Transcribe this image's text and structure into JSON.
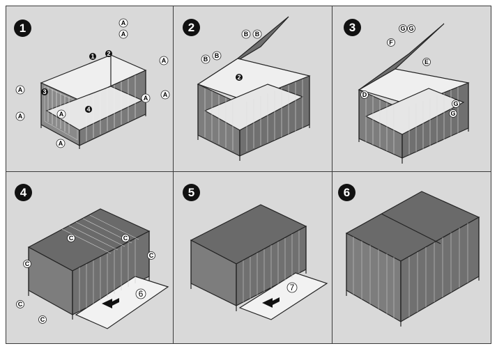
{
  "colors": {
    "background": "#d9d9d9",
    "frame": "#3a3a3a",
    "step_badge": "#111111",
    "line_art": "#222222"
  },
  "steps": [
    {
      "number": "1",
      "callouts": [
        "A",
        "A",
        "A",
        "A",
        "A",
        "A",
        "A",
        "A",
        "A",
        "1",
        "2",
        "3",
        "4"
      ]
    },
    {
      "number": "2",
      "callouts": [
        "B",
        "B",
        "B",
        "B",
        "2"
      ]
    },
    {
      "number": "3",
      "callouts": [
        "G",
        "G",
        "F",
        "E",
        "D",
        "G",
        "G"
      ]
    },
    {
      "number": "4",
      "callouts": [
        "C",
        "C",
        "C",
        "C",
        "C",
        "C",
        "6"
      ]
    },
    {
      "number": "5",
      "callouts": [
        "7"
      ]
    },
    {
      "number": "6",
      "callouts": []
    }
  ]
}
